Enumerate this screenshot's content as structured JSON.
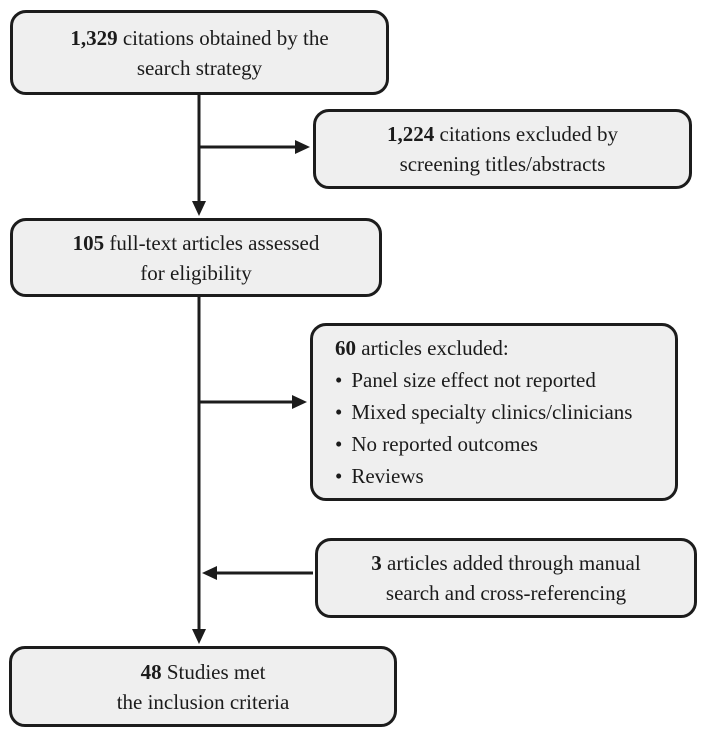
{
  "colors": {
    "box_fill": "#efefef",
    "box_border": "#1c1c1c",
    "arrow": "#1c1c1c",
    "text": "#1b1b1b"
  },
  "boxes": {
    "citations_obtained": {
      "count": "1,329",
      "rest": " citations obtained by the",
      "line2": "search strategy"
    },
    "citations_excluded": {
      "count": "1,224",
      "rest": " citations excluded by",
      "line2": "screening titles/abstracts"
    },
    "fulltext_assessed": {
      "count": "105",
      "rest": " full-text articles assessed",
      "line2": "for eligibility"
    },
    "articles_excluded": {
      "count": "60",
      "rest": " articles excluded:",
      "bullets": [
        "Panel size effect not reported",
        "Mixed specialty clinics/clinicians",
        "No reported outcomes",
        "Reviews"
      ]
    },
    "articles_added": {
      "count": "3",
      "rest": " articles added through manual",
      "line2": "search and cross-referencing"
    },
    "studies_included": {
      "count": "48",
      "rest": " Studies met",
      "line2": "the inclusion criteria"
    }
  }
}
